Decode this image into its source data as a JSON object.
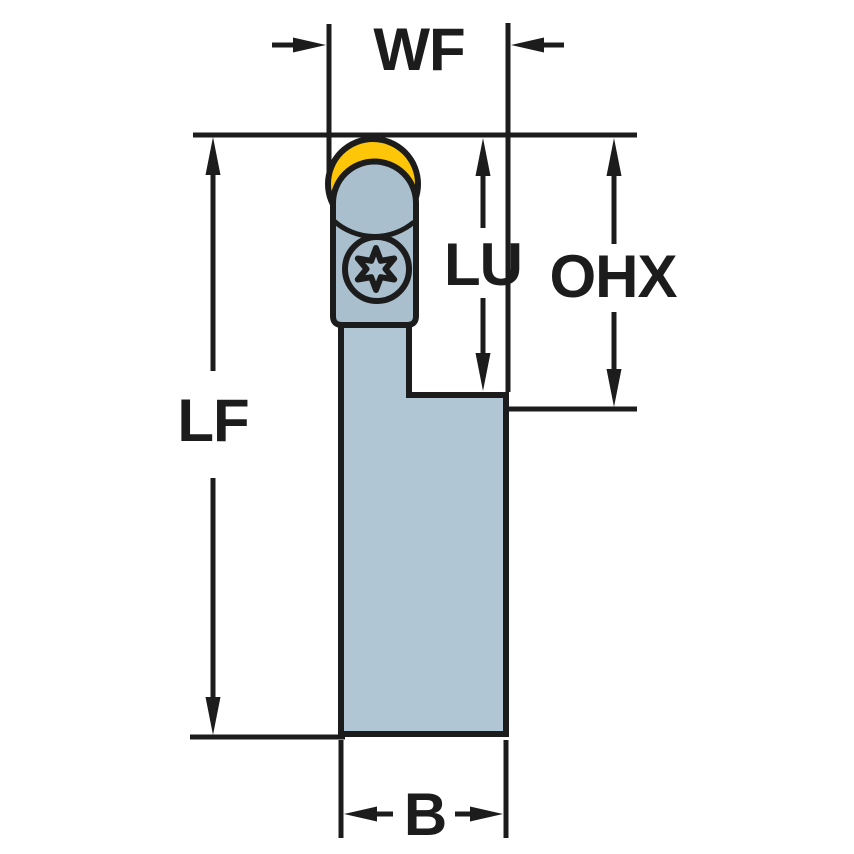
{
  "diagram": {
    "labels": {
      "wf": "WF",
      "lu": "LU",
      "ohx": "OHX",
      "lf": "LF",
      "b": "B"
    },
    "colors": {
      "line": "#1c1c1c",
      "tool_body": "#b0c6d4",
      "tool_head": "#a9bfcd",
      "insert_yellow": "#fdc608",
      "background": "#ffffff"
    }
  }
}
